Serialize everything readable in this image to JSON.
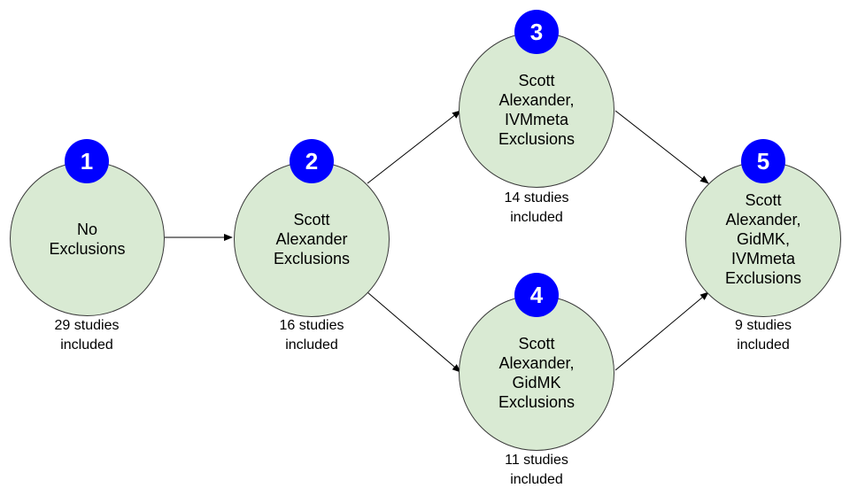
{
  "nodes": [
    {
      "id": "1",
      "number": "1",
      "label": "No\nExclusions",
      "caption": "29 studies\nincluded"
    },
    {
      "id": "2",
      "number": "2",
      "label": "Scott\nAlexander\nExclusions",
      "caption": "16 studies\nincluded"
    },
    {
      "id": "3",
      "number": "3",
      "label": "Scott\nAlexander,\nIVMmeta\nExclusions",
      "caption": "14 studies\nincluded"
    },
    {
      "id": "4",
      "number": "4",
      "label": "Scott\nAlexander,\nGidMK\nExclusions",
      "caption": "11 studies\nincluded"
    },
    {
      "id": "5",
      "number": "5",
      "label": "Scott\nAlexander,\nGidMK,\nIVMmeta\nExclusions",
      "caption": "9 studies\nincluded"
    }
  ],
  "edges": [
    {
      "from": "1",
      "to": "2"
    },
    {
      "from": "2",
      "to": "3"
    },
    {
      "from": "2",
      "to": "4"
    },
    {
      "from": "3",
      "to": "5"
    },
    {
      "from": "4",
      "to": "5"
    }
  ],
  "colors": {
    "node_fill": "#d9ead3",
    "node_stroke": "#3a3a3a",
    "badge_fill": "#0000ff",
    "badge_text": "#ffffff",
    "arrow": "#000000"
  }
}
